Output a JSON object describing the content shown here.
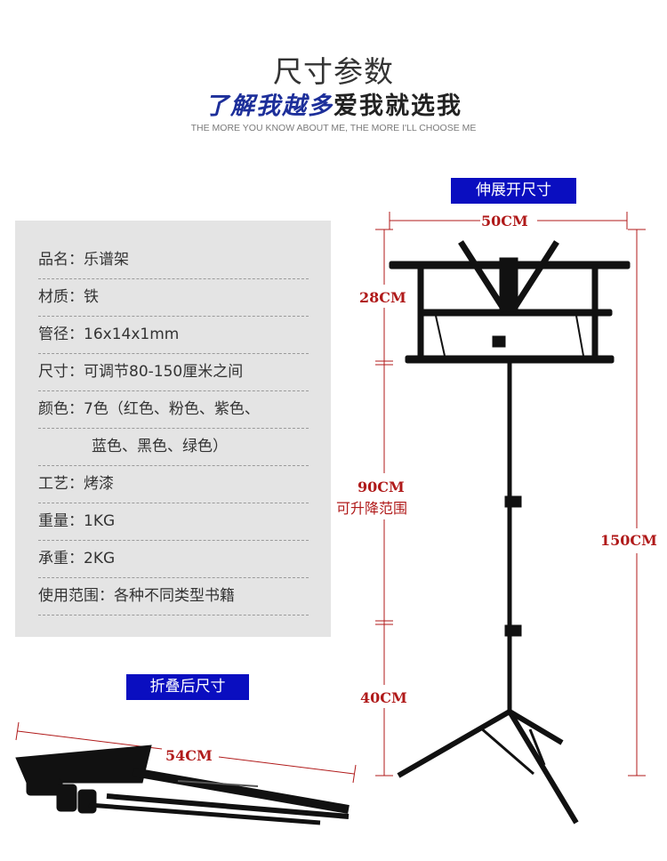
{
  "header": {
    "title": "尺寸参数",
    "subtitle_highlight": "了解我越多",
    "subtitle_rest": "爱我就选我",
    "tagline": "THE MORE YOU KNOW ABOUT ME, THE MORE I'LL CHOOSE ME"
  },
  "labels": {
    "expanded": "伸展开尺寸",
    "folded": "折叠后尺寸"
  },
  "specs": [
    {
      "text": "品名：乐谱架"
    },
    {
      "text": "材质：铁"
    },
    {
      "text": "管径：16x14x1mm"
    },
    {
      "text": "尺寸：可调节80-150厘米之间"
    },
    {
      "text": "颜色：7色（红色、粉色、紫色、"
    },
    {
      "text": "蓝色、黑色、绿色）"
    },
    {
      "text": "工艺：烤漆"
    },
    {
      "text": "重量：1KG"
    },
    {
      "text": "承重：2KG"
    },
    {
      "text": "使用范围：各种不同类型书籍"
    }
  ],
  "dimensions": {
    "width": "50CM",
    "desk_height": "28CM",
    "adjustable": "90CM",
    "adjustable_note": "可升降范围",
    "base": "40CM",
    "total": "150CM",
    "folded_length": "54CM"
  },
  "colors": {
    "accent_blue": "#0a0ec0",
    "dimension_red": "#b01a1a",
    "panel_gray": "#e4e4e4"
  }
}
